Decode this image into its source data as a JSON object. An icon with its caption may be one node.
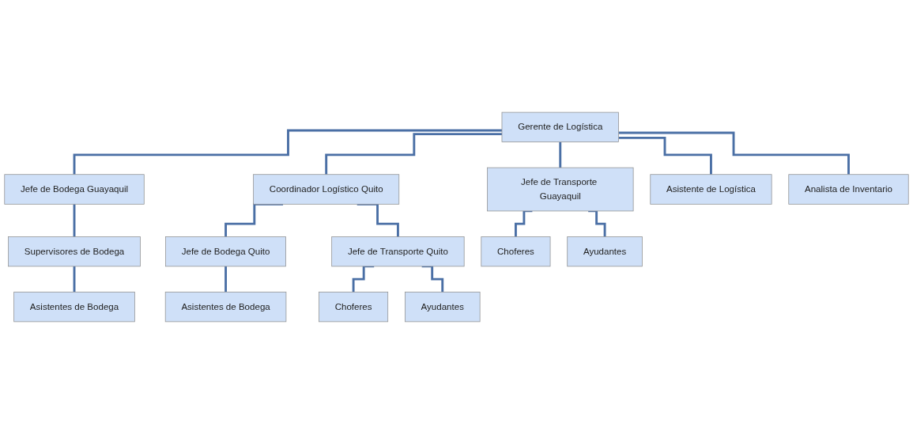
{
  "diagram": {
    "nodes": [
      {
        "text": [
          "Gerente de Logística"
        ]
      },
      {
        "text": [
          "Jefe de Bodega Guayaquil"
        ]
      },
      {
        "text": [
          "Coordinador Logístico Quito"
        ]
      },
      {
        "text": [
          "Jefe de Transporte Guayaquil"
        ]
      },
      {
        "text": [
          "Asistente de Logística"
        ]
      },
      {
        "text": [
          "Analista de Inventario"
        ]
      },
      {
        "text": [
          "Supervisores de Bodega"
        ]
      },
      {
        "text": [
          "Asistentes de Bodega"
        ]
      },
      {
        "text": [
          "Jefe de Bodega Quito"
        ]
      },
      {
        "text": [
          "Jefe de Transporte Quito"
        ]
      },
      {
        "text": [
          "Asistentes de Bodega"
        ]
      },
      {
        "text": [
          "Choferes"
        ]
      },
      {
        "text": [
          "Ayudantes"
        ]
      },
      {
        "text": [
          "Choferes"
        ]
      },
      {
        "text": [
          "Ayudantes"
        ]
      }
    ],
    "edges": [
      {
        "from": 0,
        "to": 1,
        "arrow": "none"
      },
      {
        "from": 0,
        "to": 2,
        "arrow": "none"
      },
      {
        "from": 0,
        "to": 3,
        "arrow": "none"
      },
      {
        "from": 0,
        "to": 4,
        "arrow": "none"
      },
      {
        "from": 0,
        "to": 5,
        "arrow": "none"
      },
      {
        "from": 1,
        "to": 6,
        "arrow": "none"
      },
      {
        "from": 6,
        "to": 7,
        "arrow": "none"
      },
      {
        "from": 2,
        "to": 8,
        "arrow": "none"
      },
      {
        "from": 2,
        "to": 9,
        "arrow": "none"
      },
      {
        "from": 8,
        "to": 10,
        "arrow": "none"
      },
      {
        "from": 9,
        "to": 11,
        "arrow": "none"
      },
      {
        "from": 9,
        "to": 12,
        "arrow": "none"
      },
      {
        "from": 3,
        "to": 13,
        "arrow": "none"
      },
      {
        "from": 3,
        "to": 14,
        "arrow": "none"
      }
    ]
  }
}
